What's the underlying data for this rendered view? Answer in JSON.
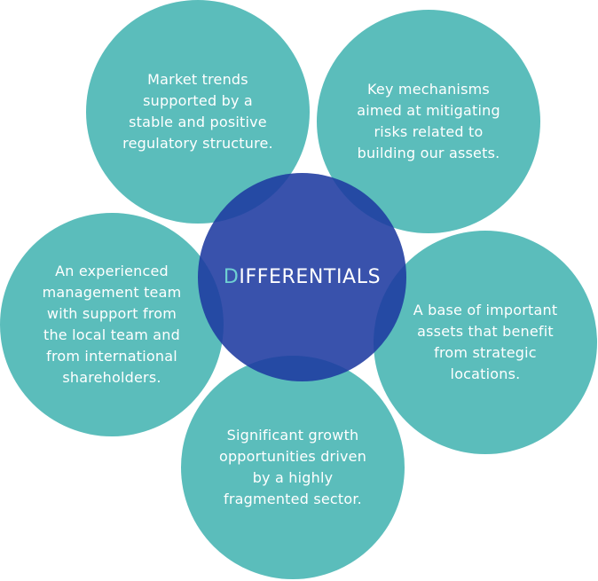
{
  "diagram": {
    "center": {
      "title_first_letter": "D",
      "title_rest": "IFFERENTIALS"
    },
    "petals": {
      "top_left": "Market trends\nsupported by a\nstable and positive\nregulatory structure.",
      "top_right": "Key mechanisms\naimed at mitigating\nrisks related to\nbuilding our assets.",
      "left": "An experienced\nmanagement team\nwith support from\nthe local team and\nfrom international\nshareholders.",
      "right": "A base of important\nassets that benefit\nfrom strategic\nlocations.",
      "bottom": "Significant growth\nopportunities driven\nby a highly\nfragmented sector."
    },
    "colors": {
      "petal": "#40B2B0",
      "center": "#1E3AA0",
      "center_first_letter": "#6FD0D2",
      "text": "#FFFFFF"
    }
  }
}
